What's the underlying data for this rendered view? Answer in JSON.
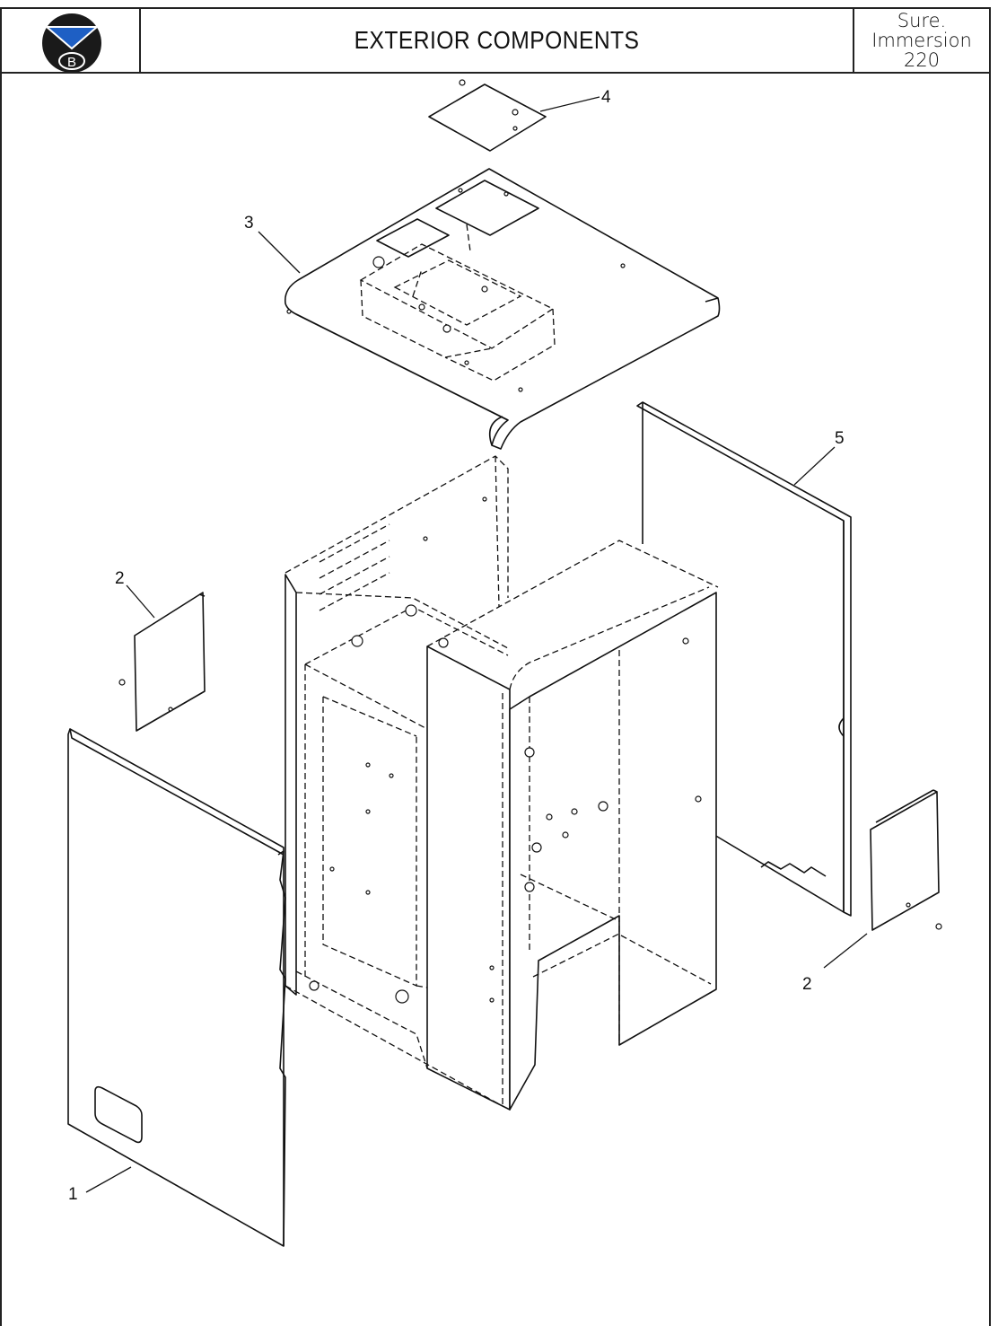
{
  "header": {
    "title": "EXTERIOR COMPONENTS",
    "model_line1": "Sure.",
    "model_line2": "Immersion",
    "model_line3": "220",
    "logo_letter": "B",
    "logo_color": "#1e5fc4"
  },
  "callouts": {
    "c1": "1",
    "c2a": "2",
    "c2b": "2",
    "c3": "3",
    "c4": "4",
    "c5": "5"
  }
}
